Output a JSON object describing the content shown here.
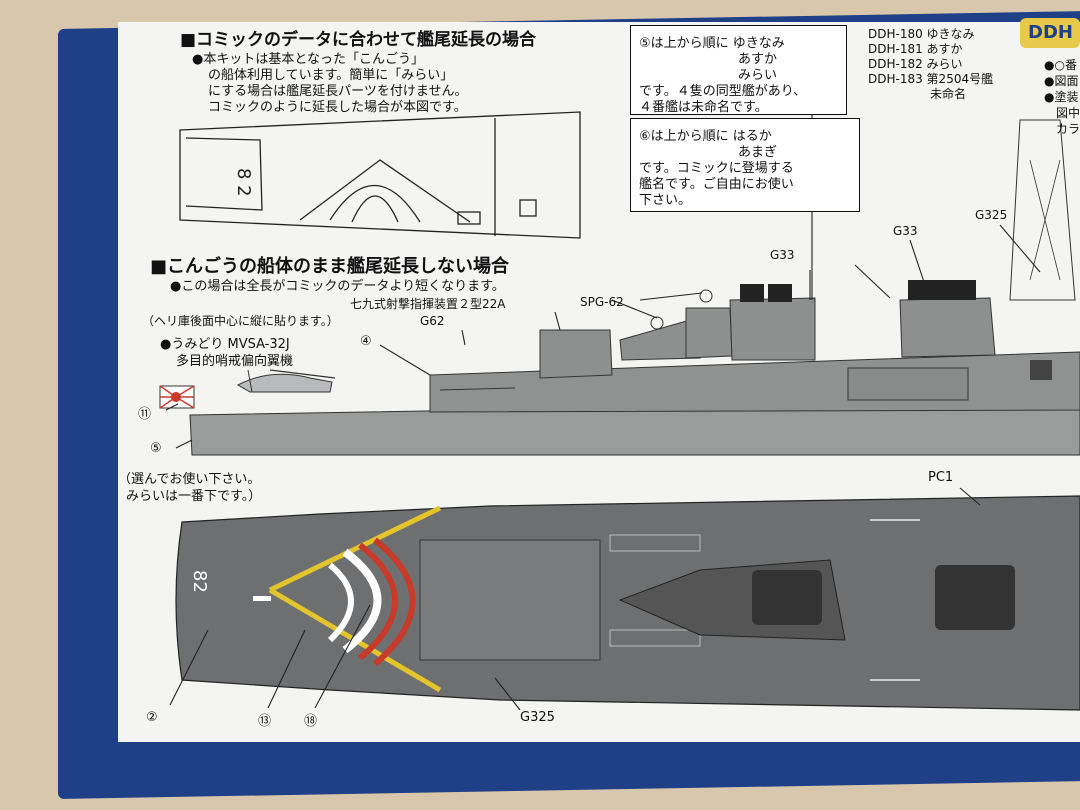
{
  "header": {
    "comic_tail_title": "■コミックのデータに合わせて艦尾延長の場合",
    "comic_tail_note": [
      "●本キットは基本となった「こんごう」",
      "の船体利用しています。簡単に「みらい」",
      "にする場合は艦尾延長パーツを付けません。",
      "コミックのように延長した場合が本図です。"
    ],
    "no_extend_title": "■こんごうの船体のまま艦尾延長しない場合",
    "no_extend_note": "●この場合は全長がコミックのデータより短くなります。"
  },
  "callouts": {
    "box5": [
      "⑤は上から順に ゆきなみ",
      "あすか",
      "みらい",
      "です。４隻の同型艦があり、",
      "４番艦は未命名です。"
    ],
    "box6": [
      "⑥は上から順に はるか",
      "あまぎ",
      "です。コミックに登場する",
      "艦名です。ご自由にお使い",
      "下さい。"
    ]
  },
  "ddh_list": {
    "badge": "DDH",
    "rows": [
      "DDH-180 ゆきなみ",
      "DDH-181 あすか",
      "DDH-182 みらい",
      "DDH-183 第2504号艦",
      "未命名"
    ],
    "side_fragments": [
      "●○番",
      "●図面",
      "●塗装",
      "図中",
      "カラ"
    ]
  },
  "labels": {
    "g33_left": "G33",
    "g33_right": "G33",
    "g325_top": "G325",
    "g325_bottom": "G325",
    "spg62": "SPG-62",
    "fire_control": "七九式射撃指揮装置２型22A",
    "g62": "G62",
    "heli_hangar_note": "（ヘリ庫後面中心に縦に貼ります。）",
    "umidori": "●うみどり MVSA-32J",
    "umidori_sub": "多目的哨戒偏向翼機",
    "part4": "④",
    "part5": "⑤",
    "part11": "⑪",
    "choose_note_1": "（選んでお使い下さい。",
    "choose_note_2": "みらいは一番下です。）",
    "pc1": "PC1",
    "part2": "②",
    "part13": "⑬",
    "part18": "⑱",
    "hull_number": "82"
  },
  "colors": {
    "box_blue": "#1f3f86",
    "ship_gray": "#8e8f8f",
    "deck_gray": "#6e6f70",
    "paper": "#f4f4f2",
    "yellow_line": "#e4c42c",
    "red_arc": "#c83a2a",
    "table_brown": "#d9c7ad"
  }
}
